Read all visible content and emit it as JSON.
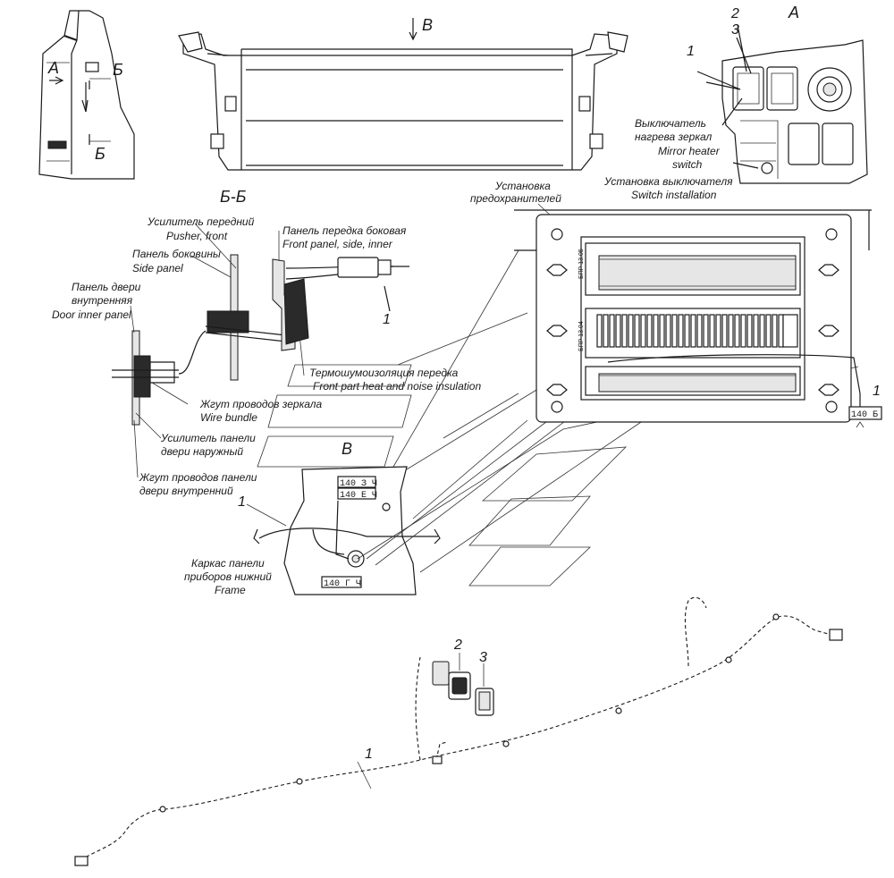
{
  "views": {
    "view_a_left": "А",
    "view_b_section": "Б",
    "view_b_section_2": "Б",
    "arrow_b": "В",
    "detail_a": "А",
    "section_bb": "Б-Б",
    "detail_b": "В"
  },
  "callouts": {
    "item1_top": "1",
    "item2_top": "2",
    "item3_top": "3",
    "item1_section": "1",
    "item1_fuse": "1",
    "item1_frame": "1",
    "item1_bottom": "1",
    "item2_bottom": "2",
    "item3_bottom": "3"
  },
  "labels": {
    "mirror_switch_ru": "Выключатель",
    "mirror_switch_ru2": "нагрева зеркал",
    "mirror_switch_en": "Mirror heater",
    "mirror_switch_en2": "switch",
    "switch_install_ru": "Установка выключателя",
    "switch_install_en": "Switch installation",
    "fuse_install_ru": "Установка",
    "fuse_install_ru2": "предохранителей",
    "pusher_ru": "Усилитель передний",
    "pusher_en": "Pusher, front",
    "side_panel_ru": "Панель боковины",
    "side_panel_en": "Side panel",
    "front_panel_ru": "Панель передка боковая",
    "front_panel_en": "Front panel, side, inner",
    "door_inner_ru": "Панель двери",
    "door_inner_ru2": "внутренняя",
    "door_inner_en": "Door inner panel",
    "insulation_ru": "Термошумоизоляция передка",
    "insulation_en": "Front part heat and noise insulation",
    "wire_bundle_ru": "Жгут проводов зеркала",
    "wire_bundle_en": "Wire bundle",
    "door_outer_ru": "Усилитель панели",
    "door_outer_ru2": "двери наружный",
    "door_harness_ru": "Жгут проводов панели",
    "door_harness_ru2": "двери внутренний",
    "frame_ru": "Каркас панели",
    "frame_ru2": "приборов нижний",
    "frame_en": "Frame"
  },
  "tags": {
    "tag_1": "140 З Ч",
    "tag_2": "140 Е Ч",
    "tag_3": "140 Г Ч",
    "tag_fuse": "140 Б"
  },
  "fuse_blocks": {
    "block_top": "БПР 13.05",
    "block_mid": "БПР 13.04"
  }
}
